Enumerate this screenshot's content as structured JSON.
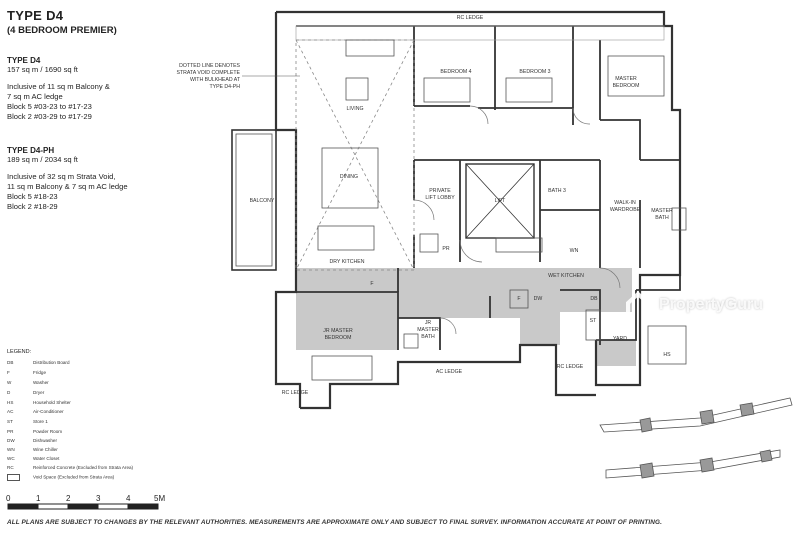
{
  "header": {
    "title": "TYPE  D4",
    "subtitle": "(4 BEDROOM PREMIER)"
  },
  "types": [
    {
      "name": "TYPE D4",
      "area": "157 sq m / 1690 sq ft",
      "lines": [
        "Inclusive of 11 sq m Balcony &",
        "7 sq m AC ledge",
        "Block 5 #03-23 to #17-23",
        "Block 2 #03-29 to #17-29"
      ]
    },
    {
      "name": "TYPE D4-PH",
      "area": "189 sq m / 2034 sq ft",
      "lines": [
        "Inclusive of 32 sq m Strata Void,",
        "11 sq m Balcony & 7 sq m AC ledge",
        "Block 5 #18-23",
        "Block 2 #18-29"
      ]
    }
  ],
  "legend": {
    "title": "LEGEND:",
    "items": [
      {
        "code": "DB",
        "desc": "Distribution Board"
      },
      {
        "code": "F",
        "desc": "Fridge"
      },
      {
        "code": "W",
        "desc": "Washer"
      },
      {
        "code": "D",
        "desc": "Dryer"
      },
      {
        "code": "HS",
        "desc": "Household Shelter"
      },
      {
        "code": "AC",
        "desc": "Air-Conditioner"
      },
      {
        "code": "ST",
        "desc": "Store 1"
      },
      {
        "code": "PR",
        "desc": "Powder Room"
      },
      {
        "code": "DW",
        "desc": "Dishwasher"
      },
      {
        "code": "WN",
        "desc": "Wine Chiller"
      },
      {
        "code": "WC",
        "desc": "Water Closet"
      },
      {
        "code": "RC",
        "desc": "Reinforced Concrete (Excluded from Strata Area)"
      },
      {
        "code": "",
        "desc": "Void Space (Excluded from Strata Area)"
      }
    ]
  },
  "scale": {
    "labels": [
      "0",
      "1",
      "2",
      "3",
      "4",
      "5M"
    ]
  },
  "rooms": {
    "rc_ledge_top": "RC LEDGE",
    "bedroom4": "BEDROOM 4",
    "bedroom3": "BEDROOM 3",
    "master_bedroom_1": "MASTER",
    "master_bedroom_2": "BEDROOM",
    "living": "LIVING",
    "dining": "DINING",
    "balcony": "BALCONY",
    "private_lift_lobby_1": "PRIVATE",
    "private_lift_lobby_2": "LIFT LOBBY",
    "lift": "LIFT",
    "bath3": "BATH 3",
    "walk_in_1": "WALK-IN",
    "walk_in_2": "WARDROBE",
    "master_bath_1": "MASTER",
    "master_bath_2": "BATH",
    "pr": "PR",
    "dry_kitchen": "DRY KITCHEN",
    "wet_kitchen": "WET KITCHEN",
    "jr_master_bedroom_1": "JR MASTER",
    "jr_master_bedroom_2": "BEDROOM",
    "jr_master_bath_1": "JR",
    "jr_master_bath_2": "MASTER",
    "jr_master_bath_3": "BATH",
    "yard": "YARD",
    "hs": "HS",
    "ac_ledge": "AC LEDGE",
    "rc_ledge_mid": "RC LEDGE",
    "rc_ledge_bottom": "RC LEDGE",
    "f": "F",
    "f2": "F",
    "dw": "DW",
    "wn": "WN",
    "db": "DB",
    "st": "ST"
  },
  "annotation": {
    "lines": [
      "DOTTED LINE DENOTES",
      "STRATA VOID COMPLETE",
      "WITH BULKHEAD AT",
      "TYPE D4-PH"
    ]
  },
  "disclaimer": "ALL PLANS ARE SUBJECT TO CHANGES BY THE RELEVANT AUTHORITIES. MEASUREMENTS ARE APPROXIMATE ONLY AND SUBJECT TO FINAL SURVEY. INFORMATION ACCURATE AT POINT OF PRINTING.",
  "watermark": "PropertyGuru",
  "colors": {
    "wall": "#333333",
    "shade": "#c8c8c8",
    "void": "#8a8a8a"
  }
}
